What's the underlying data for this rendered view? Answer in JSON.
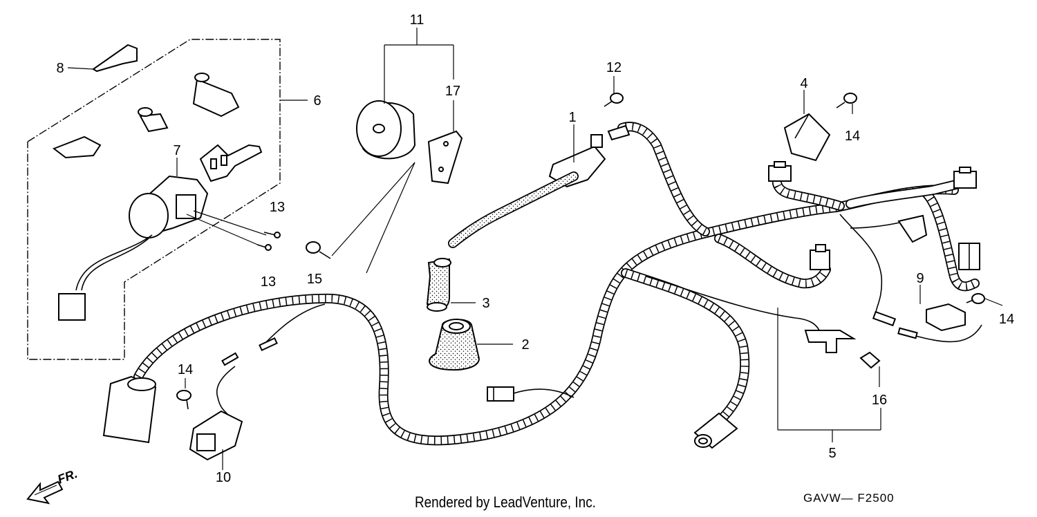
{
  "callouts": {
    "c1": "1",
    "c2": "2",
    "c3": "3",
    "c4": "4",
    "c5": "5",
    "c6": "6",
    "c7": "7",
    "c8": "8",
    "c9": "9",
    "c10": "10",
    "c11": "11",
    "c12": "12",
    "c13a": "13",
    "c13b": "13",
    "c14a": "14",
    "c14b": "14",
    "c14c": "14",
    "c15": "15",
    "c16": "16",
    "c17": "17"
  },
  "direction_marker": "FR.",
  "credit": "Rendered by LeadVenture, Inc.",
  "diagram_code": "GAVW— F2500",
  "colors": {
    "line": "#000000",
    "background": "#ffffff"
  }
}
